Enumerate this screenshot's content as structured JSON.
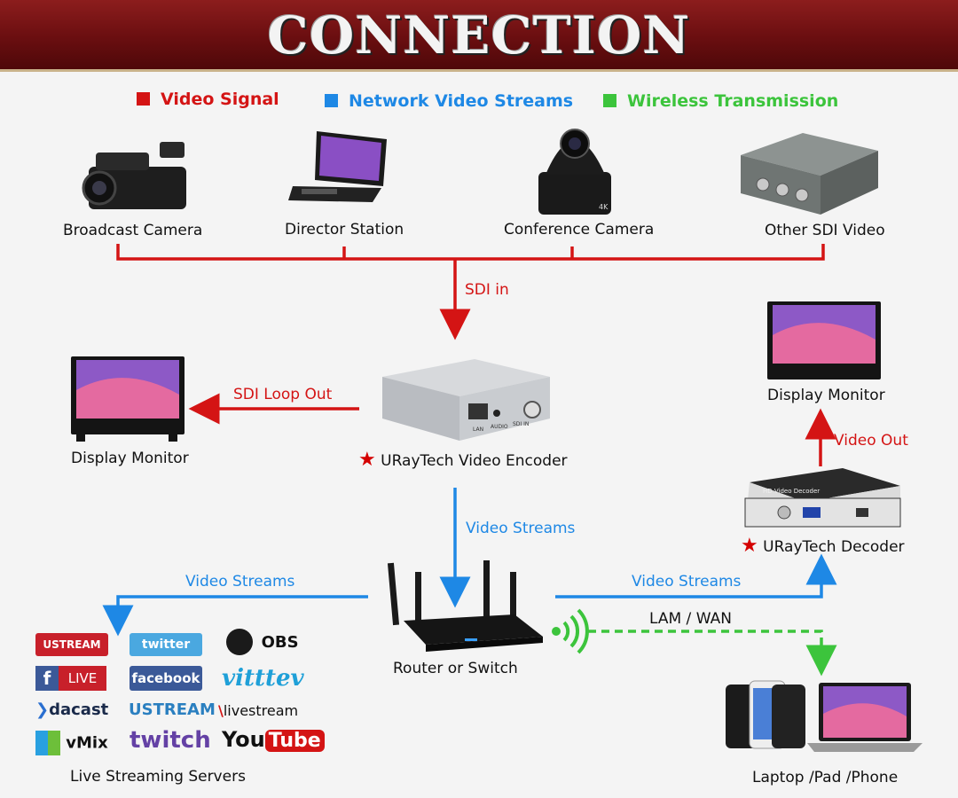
{
  "title": "CONNECTION",
  "legend": [
    {
      "label": "Video Signal",
      "color": "#d41414"
    },
    {
      "label": "Network Video Streams",
      "color": "#1e88e5"
    },
    {
      "label": "Wireless Transmission",
      "color": "#3cc43c"
    }
  ],
  "sources": {
    "broadcast_camera": "Broadcast Camera",
    "director_station": "Director Station",
    "conference_camera": "Conference Camera",
    "other_sdi": "Other SDI Video"
  },
  "edges": {
    "sdi_in": "SDI in",
    "sdi_loop_out": "SDI Loop Out",
    "video_streams_down": "Video Streams",
    "video_streams_left": "Video Streams",
    "video_streams_right": "Video Streams",
    "video_out": "Video Out",
    "lam_wan": "LAM / WAN"
  },
  "nodes": {
    "display_monitor_left": "Display Monitor",
    "encoder": "URayTech Video Encoder",
    "display_monitor_right": "Display Monitor",
    "decoder": "URayTech Decoder",
    "router": "Router or Switch",
    "streaming_servers": "Live Streaming Servers",
    "devices": "Laptop /Pad /Phone"
  },
  "streaming_logos": [
    "USTREAM",
    "twitter",
    "OBS",
    "LIVE",
    "facebook",
    "vitttev",
    "dacast",
    "USTREAM",
    "livestream",
    "vMix",
    "twitch",
    "YouTube"
  ],
  "device_text": {
    "encoder_ports": [
      "LAN",
      "AUDIO",
      "SDI IN"
    ],
    "decoder_brand": "HD Video Decoder",
    "camera_badge": "4K"
  },
  "colors": {
    "signal": "#d41414",
    "network": "#1e88e5",
    "wireless": "#3cc43c"
  }
}
